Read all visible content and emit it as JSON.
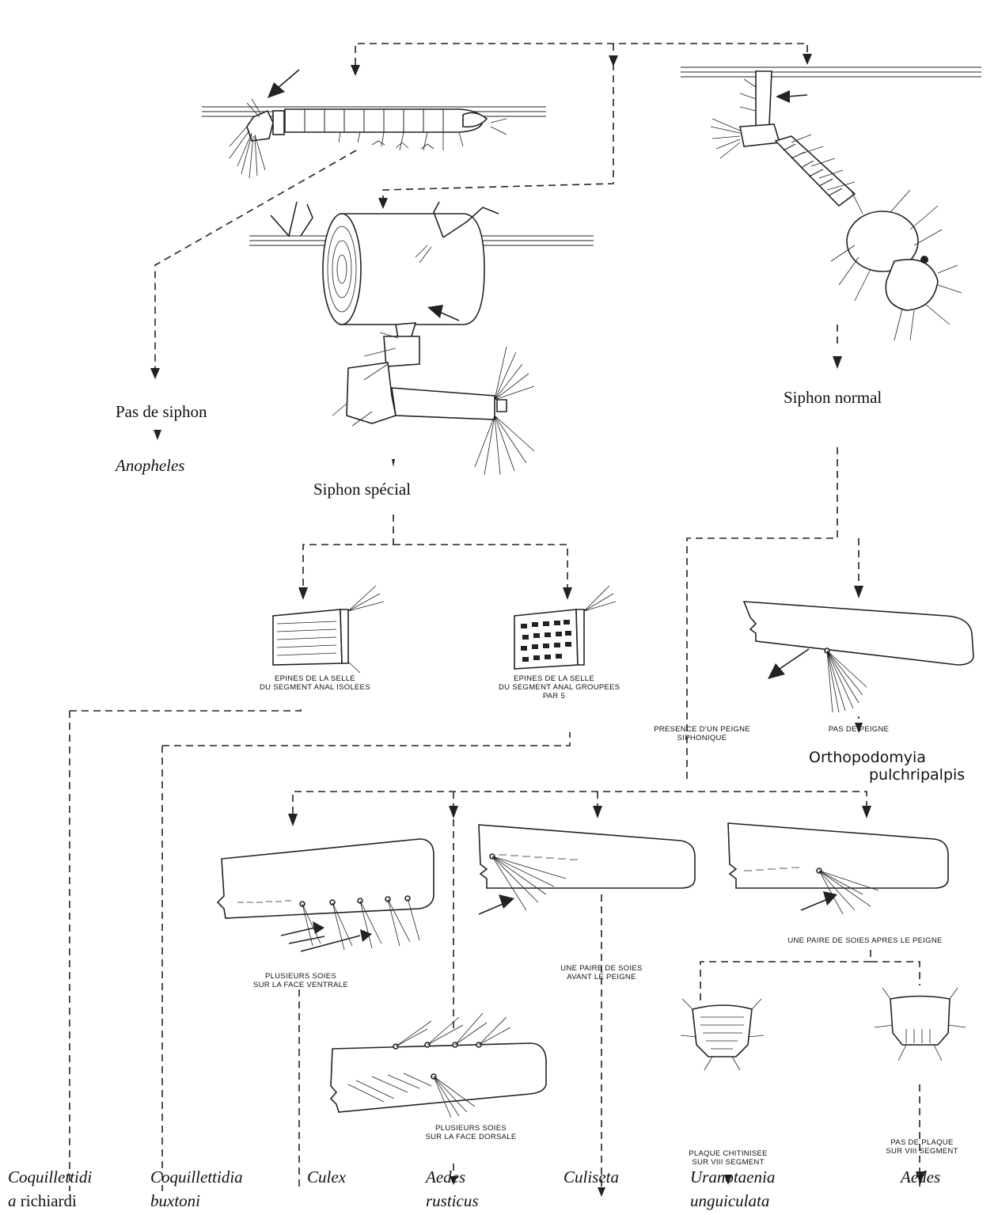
{
  "labels": {
    "pas_de_siphon": "Pas de siphon",
    "anopheles": "Anopheles",
    "siphon_special": "Siphon spécial",
    "siphon_normal": "Siphon normal",
    "isolated_spines_1": "EPINES DE LA SELLE",
    "isolated_spines_2": "DU SEGMENT ANAL ISOLEES",
    "grouped_spines_1": "EPINES DE LA SELLE",
    "grouped_spines_2": "DU SEGMENT ANAL GROUPEES",
    "grouped_spines_3": "PAR 5",
    "presence_peigne_1": "PRESENCE D'UN PEIGNE",
    "presence_peigne_2": "SIPHONIQUE",
    "pas_de_peigne": "PAS DE PEIGNE",
    "ortho_1": "Orthopodomyia",
    "ortho_2": "pulchripalpis",
    "ventral_1": "PLUSIEURS SOIES",
    "ventral_2": "SUR LA FACE VENTRALE",
    "avant_1": "UNE PAIRE DE SOIES",
    "avant_2": "AVANT LE PEIGNE",
    "apres": "UNE PAIRE DE SOIES APRES LE PEIGNE",
    "dorsal_1": "PLUSIEURS SOIES",
    "dorsal_2": "SUR LA FACE DORSALE",
    "chitin_1": "PLAQUE CHITINISEE",
    "chitin_2": "SUR VIII SEGMENT",
    "noplate_1": "PAS DE PLAQUE",
    "noplate_2": "SUR VIII SEGMENT"
  },
  "genera": {
    "coq_richiardi_1": "Coquillettidi",
    "coq_richiardi_2a": "a",
    "coq_richiardi_2b": " richiardi",
    "coq_buxtoni_1": "Coquillettidia",
    "coq_buxtoni_2": "buxtoni",
    "culex": "Culex",
    "aedes_rusticus_1": "Aedes",
    "aedes_rusticus_2": "rusticus",
    "culiseta": "Culiseta",
    "uranotaenia_1": "Uranotaenia",
    "uranotaenia_2": "unguiculata",
    "aedes": "Aedes"
  }
}
